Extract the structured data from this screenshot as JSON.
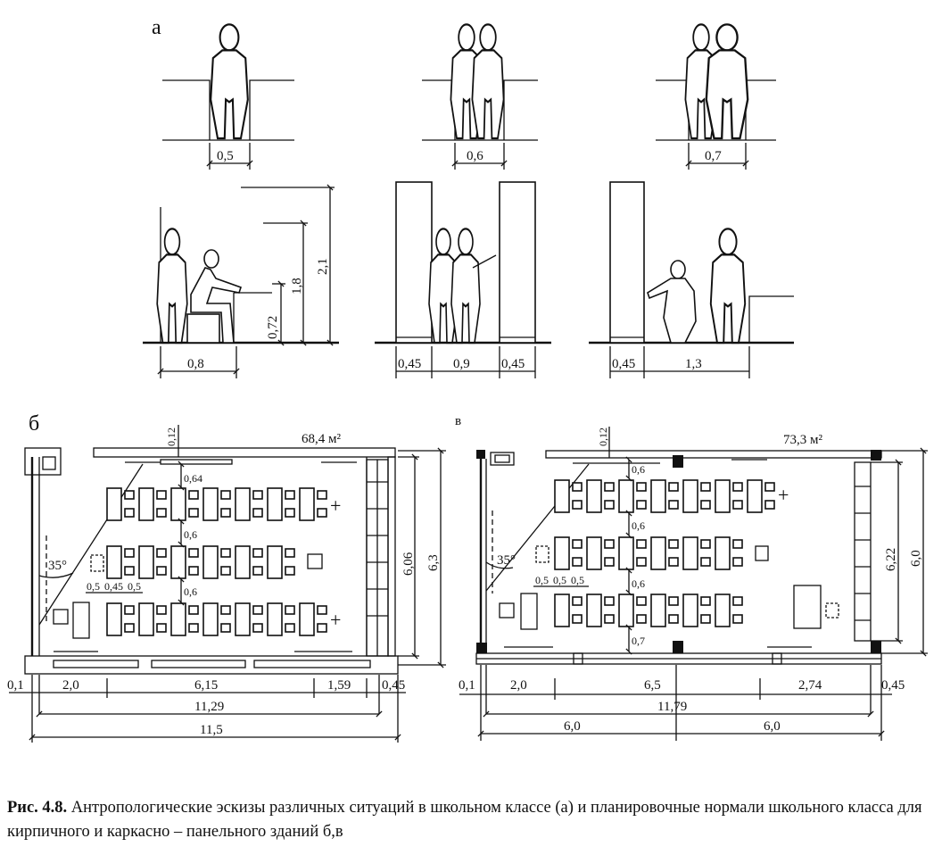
{
  "labels": {
    "a": "а",
    "b": "б",
    "v": "в"
  },
  "section_a": {
    "widths_row1": [
      "0,5",
      "0,6",
      "0,7"
    ],
    "sit": {
      "width": "0,8",
      "h_table": "0,72",
      "h_head": "1,8",
      "h_total": "2,1"
    },
    "aisle": {
      "left": "0,45",
      "mid": "0,9",
      "right": "0,45"
    },
    "board": {
      "left": "0,45",
      "right": "1,3"
    }
  },
  "plan_b": {
    "area": "68,4 м²",
    "wall_dim": "0,12",
    "gap_top": "0,64",
    "gap_row1": "0,6",
    "gap_row2": "0,6",
    "col_a": "0,5",
    "col_b": "0,45",
    "col_c": "0,5",
    "angle": "35°",
    "h_inner": "6,06",
    "h_outer": "6,3",
    "bottom_left": "0,1",
    "bottom_1": "2,0",
    "bottom_2": "6,15",
    "bottom_3": "1,59",
    "bottom_right": "0,45",
    "total_inner": "11,29",
    "total_outer": "11,5"
  },
  "plan_v": {
    "area": "73,3 м²",
    "wall_dim": "0,12",
    "gap_top": "0,6",
    "gap_row1": "0,6",
    "gap_row2": "0,6",
    "gap_bottom": "0,7",
    "col_a": "0,5",
    "col_b": "0,5",
    "col_c": "0,5",
    "angle": "35°",
    "h_inner": "6,22",
    "h_outer": "6,0",
    "bottom_left": "0,1",
    "bottom_1": "2,0",
    "bottom_2": "6,5",
    "bottom_3": "2,74",
    "bottom_right": "0,45",
    "total_inner": "11,79",
    "half_1": "6,0",
    "half_2": "6,0"
  },
  "caption": {
    "label": "Рис. 4.8.",
    "text": " Антропологические эскизы различных ситуаций в школьном классе (а) и планировочные нормали школьного класса для кирпичного и каркасно – панельного зданий б,в"
  }
}
